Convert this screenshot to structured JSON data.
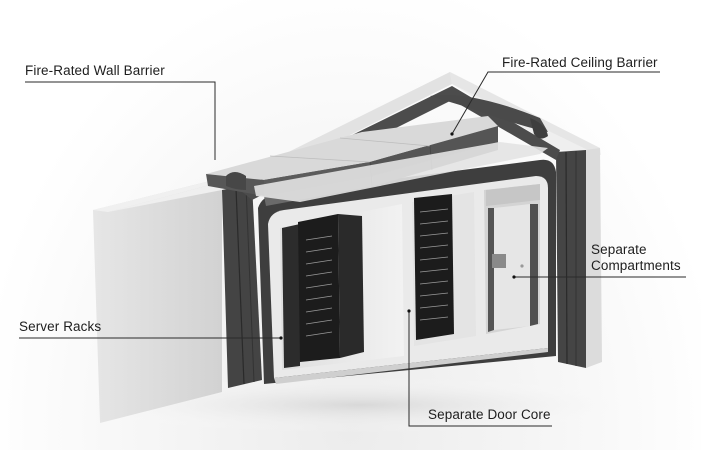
{
  "diagram": {
    "subject": "Fire-rated modular enclosure cutaway",
    "colors": {
      "outer_shell": "#d9d9d9",
      "outer_shell_front": "#e4e4e4",
      "insulation_dark": "#4a4a4a",
      "insulation_mid": "#5c5c5c",
      "interior_wall": "#ededed",
      "ceiling_panel_top": "#dcdcdc",
      "ceiling_panel_side": "#555555",
      "server_rack": "#222222",
      "door": "#e2e2e2",
      "leader_line": "#2a2a2a",
      "label_text": "#1e1e1e"
    },
    "callouts": [
      {
        "id": "wall-barrier",
        "label": "Fire-Rated Wall Barrier"
      },
      {
        "id": "ceiling-barrier",
        "label": "Fire-Rated Ceiling Barrier"
      },
      {
        "id": "compartments",
        "label_lines": [
          "Separate",
          "Compartments"
        ]
      },
      {
        "id": "server-racks",
        "label": "Server Racks"
      },
      {
        "id": "door-core",
        "label": "Separate Door Core"
      }
    ]
  }
}
